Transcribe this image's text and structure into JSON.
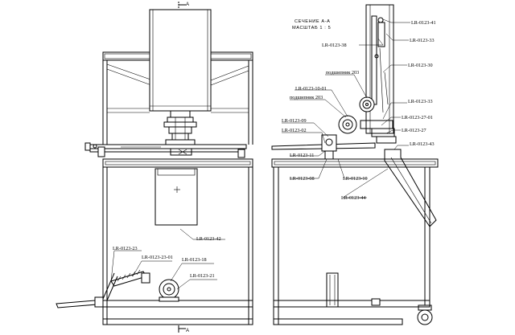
{
  "section": {
    "title_line1": "СЕЧЕНИЕ А-А",
    "title_line2": "МАСШТАБ 1 : 5",
    "mark_top": "A",
    "mark_bottom": "A"
  },
  "callouts": {
    "lr_0123_41": "LR-0123-41",
    "lr_0123_38": "LR-0123-38",
    "lr_0123_33_top": "LR-0123-33",
    "lr_0123_30": "LR-0123-30",
    "bearing_203_a": "подшипник 203",
    "lr_0123_10_01": "LR-0123-10-01",
    "bearing_203_b": "подшипник 203",
    "lr_0123_33_mid": "LR-0123-33",
    "lr_0123_27_01": "LR-0123-27-01",
    "lr_0123_09": "LR-0123-09",
    "lr_0123_27": "LR-0123-27",
    "lr_0123_02": "LR-0123-02",
    "lr_0123_43": "LR-0123-43",
    "lr_0123_11": "LR-0123-11",
    "lr_0123_08": "LR-0123-08",
    "lr_0123_10": "LR-0123-10",
    "lr_0123_44": "LR-0123-44",
    "lr_0123_42": "LR-0123-42",
    "lr_0123_23": "LR-0123-23",
    "lr_0123_23_01": "LR-0123-23-01",
    "lr_0123_18": "LR-0123-18",
    "lr_0123_21": "LR-0123-21"
  }
}
